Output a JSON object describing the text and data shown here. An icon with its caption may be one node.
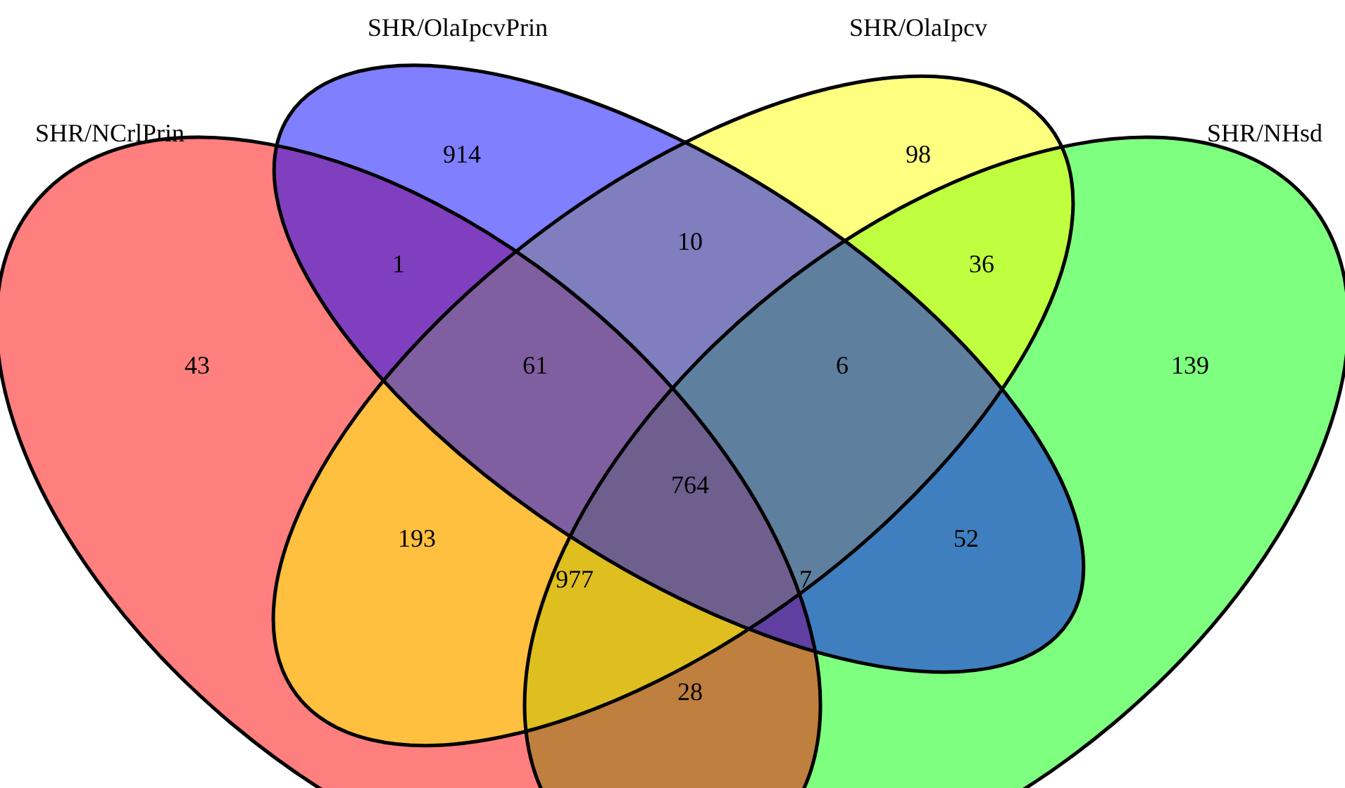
{
  "diagram": {
    "nodes": [
      {
        "text": [
          "SHR/NCrlPrin"
        ]
      },
      {
        "text": [
          "SHR/OlaIpcvPrin"
        ]
      },
      {
        "text": [
          "SHR/OlaIpcv"
        ]
      },
      {
        "text": [
          "SHR/NHsd"
        ]
      }
    ],
    "labels": [
      "914",
      "98",
      "10",
      "1",
      "36",
      "43",
      "61",
      "6",
      "139",
      "764",
      "193",
      "52",
      "977",
      "7",
      "28"
    ]
  }
}
